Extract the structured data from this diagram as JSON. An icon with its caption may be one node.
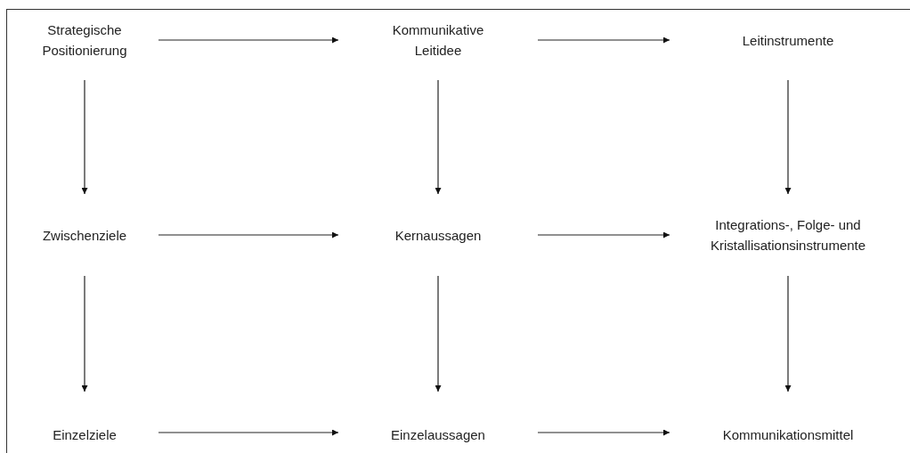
{
  "diagram": {
    "nodes": [
      {
        "text": [
          "Strategische Positionierung"
        ]
      },
      {
        "text": [
          "Kommunikative Leitidee"
        ]
      },
      {
        "text": [
          "Leitinstrumente"
        ]
      },
      {
        "text": [
          "Zwischenziele"
        ]
      },
      {
        "text": [
          "Kernaussagen"
        ]
      },
      {
        "text": [
          "Integrations-, Folge- und Kristallisationsinstrumente"
        ]
      },
      {
        "text": [
          "Einzelziele"
        ]
      },
      {
        "text": [
          "Einzelaussagen"
        ]
      },
      {
        "text": [
          "Kommunikationsmittel"
        ]
      }
    ],
    "edges": [
      {
        "from": 0,
        "to": 1,
        "arrow": "to"
      },
      {
        "from": 1,
        "to": 2,
        "arrow": "to"
      },
      {
        "from": 0,
        "to": 3,
        "arrow": "to"
      },
      {
        "from": 1,
        "to": 4,
        "arrow": "to"
      },
      {
        "from": 2,
        "to": 5,
        "arrow": "to"
      },
      {
        "from": 3,
        "to": 4,
        "arrow": "to"
      },
      {
        "from": 4,
        "to": 5,
        "arrow": "to"
      },
      {
        "from": 3,
        "to": 6,
        "arrow": "to"
      },
      {
        "from": 4,
        "to": 7,
        "arrow": "to"
      },
      {
        "from": 5,
        "to": 8,
        "arrow": "to"
      },
      {
        "from": 6,
        "to": 7,
        "arrow": "to"
      },
      {
        "from": 7,
        "to": 8,
        "arrow": "to"
      }
    ]
  }
}
